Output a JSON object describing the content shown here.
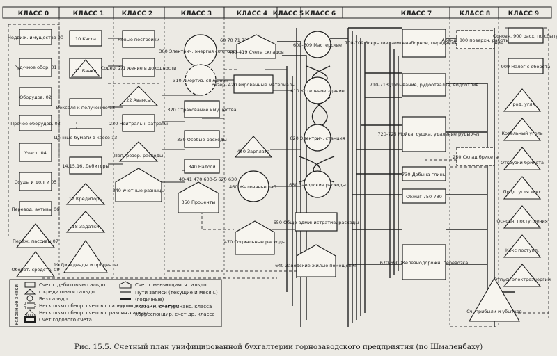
{
  "classes": [
    "КЛАСС 0",
    "КЛАСС 1",
    "КЛАСС 2",
    "КЛАСС 3",
    "КЛАСС 4",
    "КЛАСС 5",
    "КЛАСС 6",
    "КЛАСС 7",
    "КЛАСС 8",
    "КЛАСС 9"
  ],
  "nodes": {
    "c0_1": "Недвиж. имущество 00",
    "c0_2": "Руд-чное обор. 01",
    "c0_3": "Оборудов. 02",
    "c0_4": "Прочее оборудов. 03",
    "c0_5": "Участ. 04",
    "c0_6": "Ссуды и долги 05",
    "c0_7": "Перевод. активы 06",
    "c0_8": "Переж. пассивы 07",
    "c0_9": "Оборот. средств. 08",
    "c1_10": "10 Касса",
    "c1_11": "11 Банки",
    "c1_12": "Векселя к получению 12",
    "c1_13": "Ценные бумаги в кассе 13",
    "c1_14": "14.15.16. Дебиторы",
    "c1_17": "17 Кредиторы",
    "c1_18": "18 Задатки",
    "c1_19": "19 Дивиденды и проценты",
    "c2_new": "Новые постройки",
    "c2_amort": "Содер. 2/1 жение в доходности",
    "c2_22": "22 Авансы",
    "c2_230": "230 Нейтральн. затраты",
    "c2_233": "Поп. резер. расходы",
    "c2_240": "240 Учетные разницы",
    "c3_300": "300 Электрич. энергия со стороны",
    "c3_310": "310 Амортиз. списания",
    "c3_320": "320 Страхование имущества",
    "c3_330": "330 Особые расходы",
    "c3_340": "340 Налоги",
    "c3_350": "350 Проценты",
    "c3_codes": "40-41 470 600-5 620 630",
    "c4_400": "400-419 Счета складов",
    "c4_420": "Резер- 420 вированные материалы",
    "c4_450": "450 Зарплата",
    "c4_460": "460 Жалованье раб.",
    "c4_470": "470 Социальные расходы",
    "c4_codes": "60 70 71 72 73",
    "c6_600": "600-609 Мастерские",
    "c6_610": "610 Котельное здание",
    "c6_620": "620 Электрич. станция",
    "c6_630": "630 Заводские расходы",
    "c6_650": "650 Обще-административ. расходы",
    "c6_640": "640 Заводские жилые помещения",
    "c7_700": "700-709 Вскрытие, земленаборное, передвижение, оборудование",
    "c7_710": "710-713 Добывание, рудоотвалка, водоотлив",
    "c7_720": "720-725 Мойка, сушка, удаление руды",
    "c7_730": "730 Добыча глины",
    "c7_750": "Обжиг 750-780",
    "c7_670": "670-690 Железнодорожн. перевозка",
    "c8_800": "Аренд. 800 поверхн. работы",
    "c8_250": "250 Склад брикета",
    "c9_900": "Основн. 900 расх. по сбыту",
    "c9_909": "909 Налог с оборота",
    "c9_t1": "Прод. угля",
    "c9_t2": "Котельный уголь",
    "c9_t3": "Отгрузки брикета",
    "c9_t4": "Прод. угля кокс",
    "c9_t5": "Основн. поступления",
    "c9_t6": "Кокс поступл.",
    "c9_t7": "Отпуск электроэнергии",
    "c9_final": "Сч. прибыли и убытков",
    "n250": "250"
  },
  "legend": {
    "title": "Условные знаки",
    "items": [
      "Счет с дебитовым сальдо",
      "с кредитовым сальдо",
      "Без сальдо",
      "Несколько обнор. счетов с сальдо одинак. характера",
      "Несколько обнор. счетов с различ. сальдо",
      "Счет годового счета",
      "Счет с меняющимся сальдо",
      "Пути записи (текущие и месяч.)",
      "(годичные)",
      "Указанн. счет финанс. класса",
      "корреспондир. счет др. класса"
    ]
  },
  "caption": "Рис. 15.5. Счетный план унифицированной бухгалтерии горнозаводского предприятия (по Шмаленбаху)"
}
